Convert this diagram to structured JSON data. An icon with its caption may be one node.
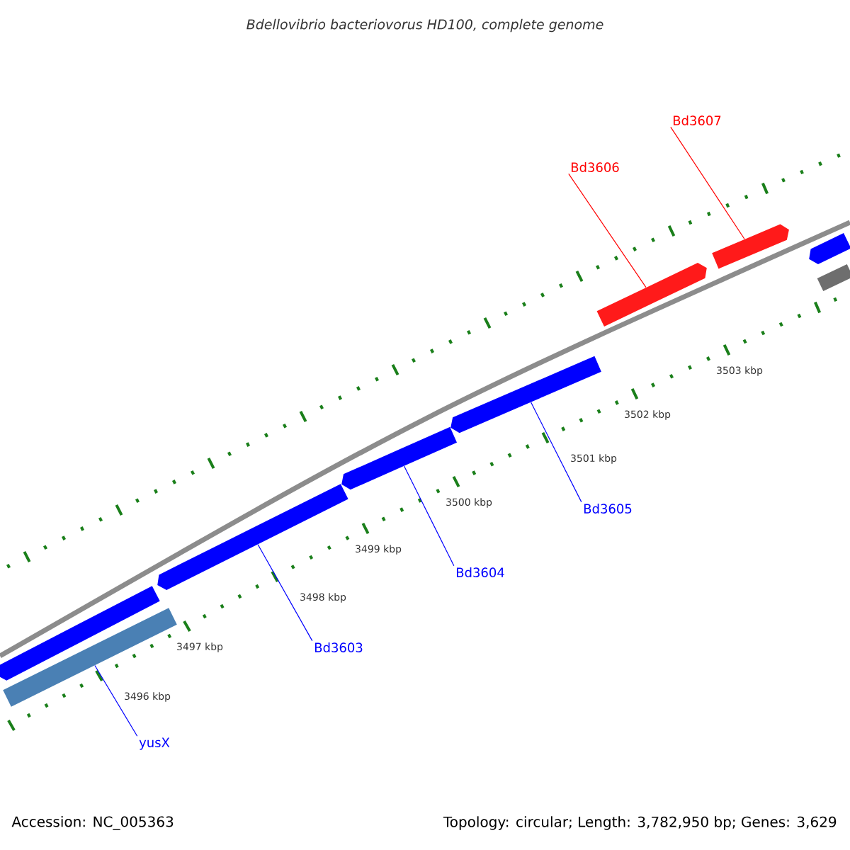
{
  "diagram": {
    "title": "Bdellovibrio bacteriovorus HD100, complete genome",
    "nodes": [
      {
        "text": [
          "Bd3607"
        ]
      },
      {
        "text": [
          "Bd3606"
        ]
      },
      {
        "text": [],
        "shape": "pentagon"
      },
      {
        "text": [],
        "shape": "pentagon"
      },
      {
        "text": [],
        "shape": "pentagon"
      },
      {
        "text": [],
        "shape": "bar"
      },
      {
        "text": [],
        "shape": "pentagon"
      },
      {
        "text": [],
        "shape": "pentagon"
      },
      {
        "text": [],
        "shape": "pentagon"
      },
      {
        "text": [],
        "shape": "pentagon"
      },
      {
        "text": [],
        "shape": "bar"
      },
      {
        "text": [
          "Bd3605"
        ]
      },
      {
        "text": [
          "Bd3604"
        ]
      },
      {
        "text": [
          "Bd3603"
        ]
      },
      {
        "text": [
          "yusX"
        ]
      }
    ],
    "edges": [
      {
        "from": 0,
        "to": 3,
        "arrow": "none",
        "color": "#ff0000"
      },
      {
        "from": 1,
        "to": 2,
        "arrow": "none",
        "color": "#ff0000"
      },
      {
        "from": 11,
        "to": 6,
        "arrow": "none"
      },
      {
        "from": 12,
        "to": 7,
        "arrow": "none"
      },
      {
        "from": 13,
        "to": 8,
        "arrow": "none"
      },
      {
        "from": 14,
        "to": 10,
        "arrow": "none"
      }
    ],
    "labels": [
      "3503 kbp",
      "3502 kbp",
      "3501 kbp",
      "3500 kbp",
      "3499 kbp",
      "3498 kbp",
      "3497 kbp",
      "3496 kbp",
      "Accession: NC_005363",
      "Topology: circular; Length: 3,782,950 bp; Genes: 3,629"
    ]
  }
}
